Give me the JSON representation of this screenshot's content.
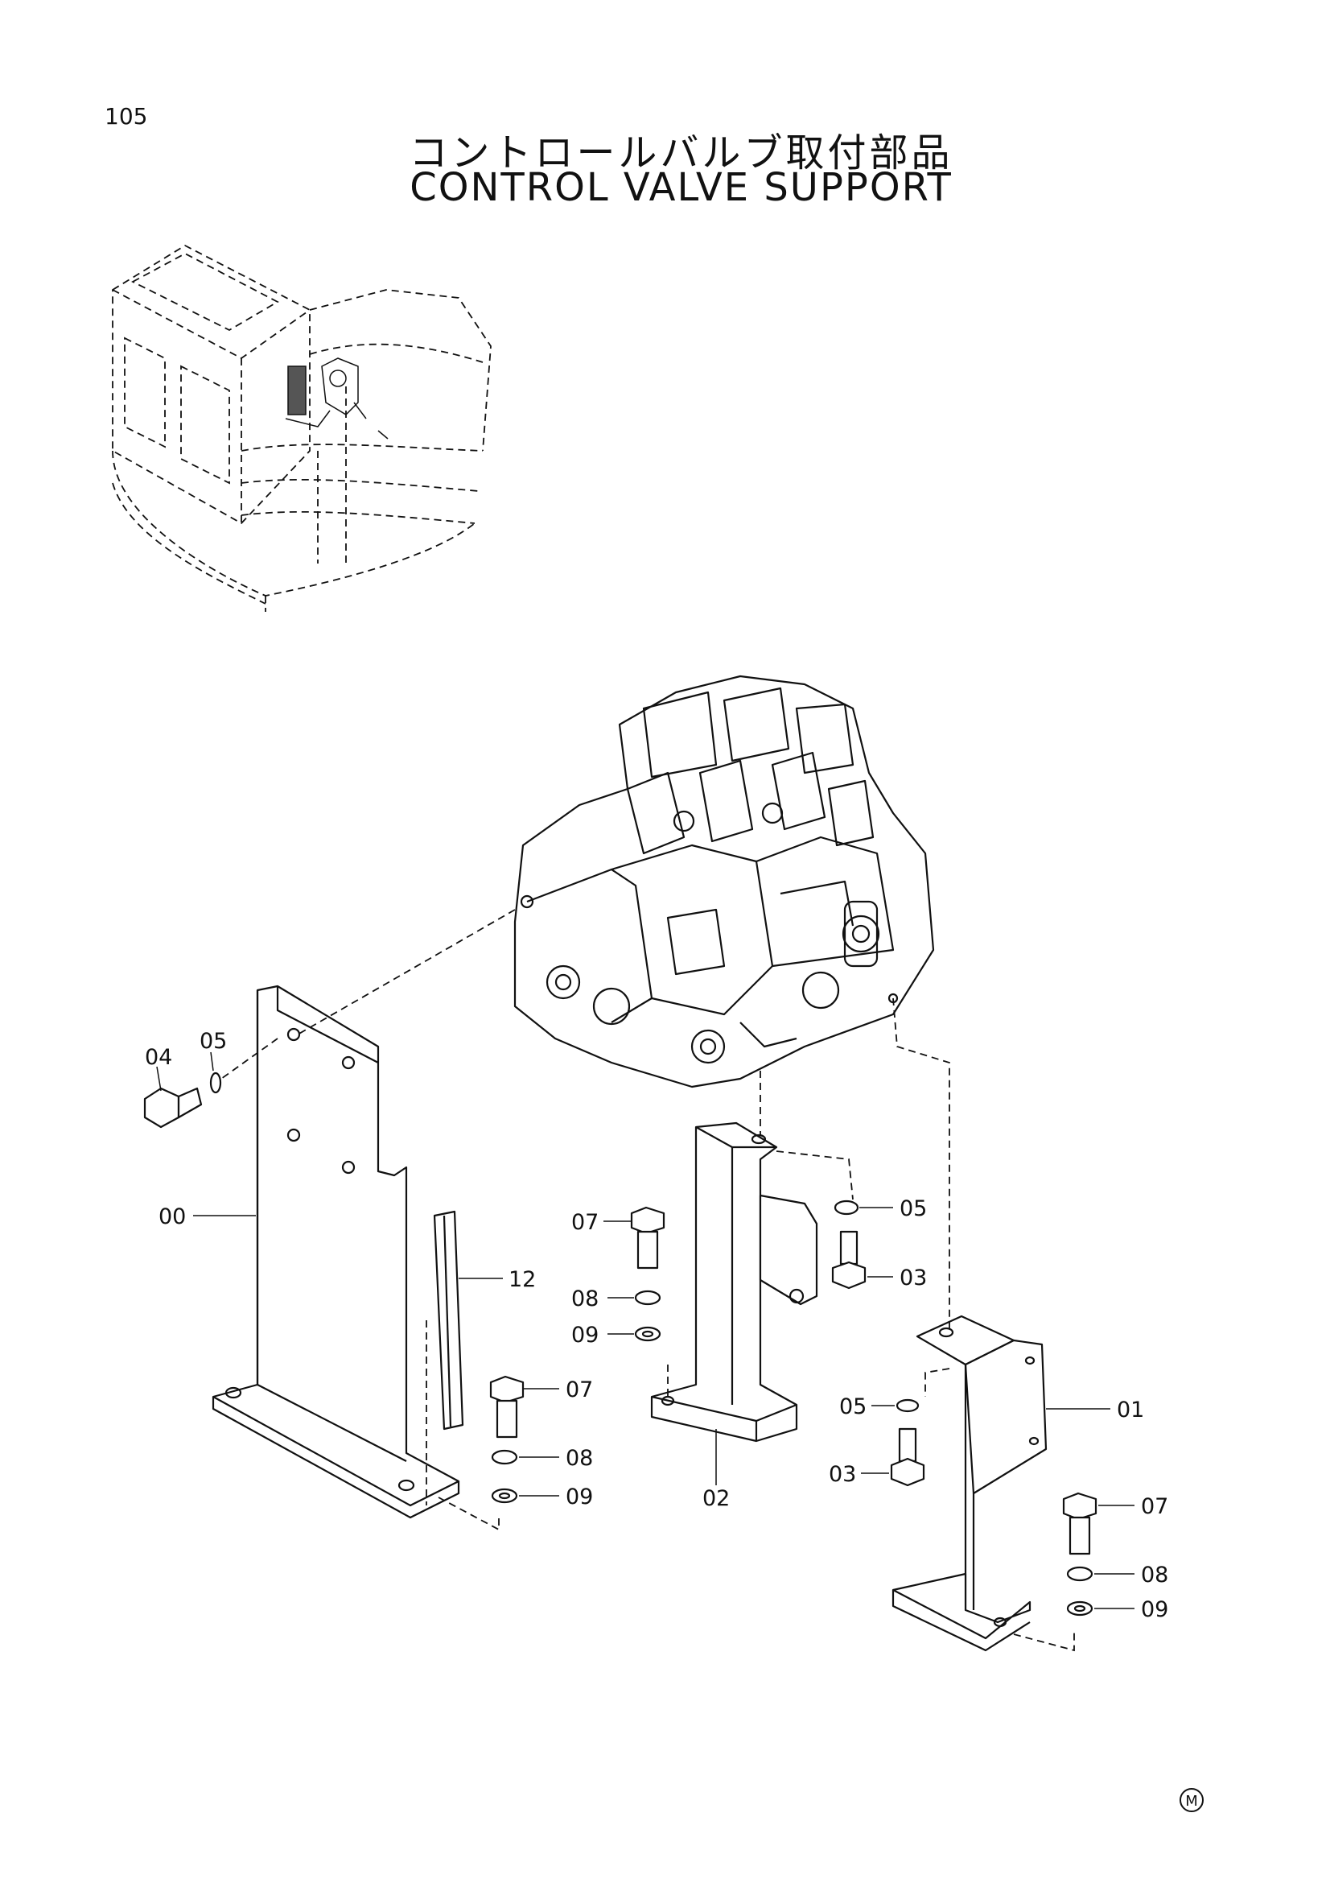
{
  "page": {
    "number": "105",
    "title_jp": "コントロールバルブ取付部品",
    "title_en": "CONTROL VALVE SUPPORT",
    "mark": "M"
  },
  "callouts": {
    "c00": "00",
    "c01": "01",
    "c02": "02",
    "c03a": "03",
    "c03b": "03",
    "c04": "04",
    "c05a": "05",
    "c05b": "05",
    "c05c": "05",
    "c07a": "07",
    "c07b": "07",
    "c07c": "07",
    "c08a": "08",
    "c08b": "08",
    "c08c": "08",
    "c09a": "09",
    "c09b": "09",
    "c09c": "09",
    "c12": "12"
  }
}
